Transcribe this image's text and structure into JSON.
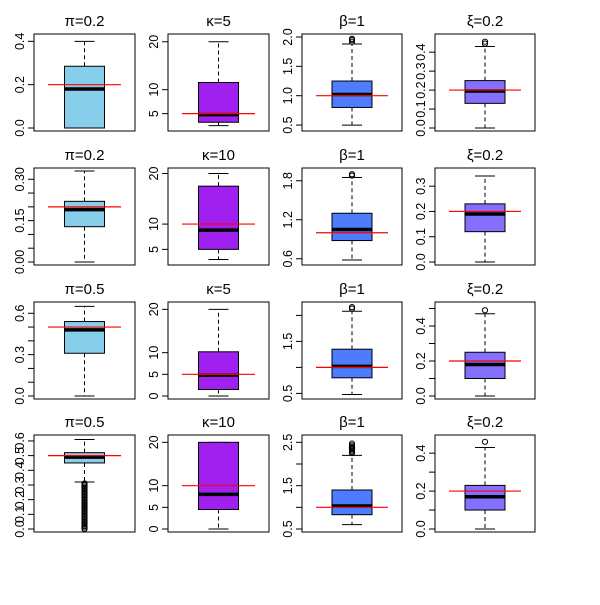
{
  "colors": {
    "pi_box": "#87CEEB",
    "kappa_box": "#A020F0",
    "beta_box": "#4D7CFF",
    "xi_box": "#8470FF",
    "true_line": "#FF0000"
  },
  "chart_data": [
    {
      "type": "boxplot",
      "title": "π=0.2",
      "ylim": [
        0,
        0.42
      ],
      "ticks": [
        "0.0",
        "0.2",
        "0.4"
      ],
      "tick_values": [
        0,
        0.2,
        0.4
      ],
      "color_key": "pi_box",
      "true_value": 0.2,
      "box": {
        "whisker_low": 0.0,
        "q1": 0.0,
        "median": 0.18,
        "q3": 0.285,
        "whisker_high": 0.4
      },
      "outliers": []
    },
    {
      "type": "boxplot",
      "title": "κ=5",
      "ylim": [
        2,
        21
      ],
      "ticks": [
        "5",
        "10",
        "20"
      ],
      "tick_values": [
        5,
        10,
        20
      ],
      "color_key": "kappa_box",
      "true_value": 5.0,
      "box": {
        "whisker_low": 2.5,
        "q1": 3.2,
        "median": 4.8,
        "q3": 11.5,
        "whisker_high": 20
      },
      "outliers": []
    },
    {
      "type": "boxplot",
      "title": "β=1",
      "ylim": [
        0.45,
        2.0
      ],
      "ticks": [
        "0.5",
        "1.0",
        "1.5",
        "2.0"
      ],
      "tick_values": [
        0.5,
        1.0,
        1.5,
        2.0
      ],
      "color_key": "beta_box",
      "true_value": 1.0,
      "box": {
        "whisker_low": 0.5,
        "q1": 0.8,
        "median": 1.02,
        "q3": 1.25,
        "whisker_high": 1.88
      },
      "outliers": [
        1.92,
        1.95,
        1.97
      ]
    },
    {
      "type": "boxplot",
      "title": "ξ=0.2",
      "ylim": [
        0,
        0.48
      ],
      "ticks": [
        "0.0",
        "0.1",
        "0.2",
        "0.3",
        "0.4"
      ],
      "tick_values": [
        0,
        0.1,
        0.2,
        0.3,
        0.4
      ],
      "color_key": "xi_box",
      "true_value": 0.2,
      "box": {
        "whisker_low": 0.0,
        "q1": 0.13,
        "median": 0.195,
        "q3": 0.25,
        "whisker_high": 0.43
      },
      "outliers": [
        0.445,
        0.455
      ]
    },
    {
      "type": "boxplot",
      "title": "π=0.2",
      "ylim": [
        0,
        0.33
      ],
      "ticks": [
        "0.00",
        "0.05",
        "0.10",
        "0.15",
        "0.20",
        "0.25",
        "0.30"
      ],
      "tick_values": [
        0,
        0.05,
        0.1,
        0.15,
        0.2,
        0.25,
        0.3
      ],
      "tick_label_values": [
        0,
        0.15,
        0.3
      ],
      "color_key": "pi_box",
      "true_value": 0.2,
      "box": {
        "whisker_low": 0.0,
        "q1": 0.128,
        "median": 0.19,
        "q3": 0.22,
        "whisker_high": 0.33
      },
      "outliers": []
    },
    {
      "type": "boxplot",
      "title": "κ=10",
      "ylim": [
        2.5,
        20.5
      ],
      "ticks": [
        "5",
        "10",
        "20"
      ],
      "tick_values": [
        5,
        10,
        20
      ],
      "color_key": "kappa_box",
      "true_value": 10.0,
      "box": {
        "whisker_low": 3.0,
        "q1": 5.0,
        "median": 8.8,
        "q3": 17.5,
        "whisker_high": 20
      },
      "outliers": []
    },
    {
      "type": "boxplot",
      "title": "β=1",
      "ylim": [
        0.55,
        1.95
      ],
      "ticks": [
        "0.6",
        "1.2",
        "1.8"
      ],
      "tick_values": [
        0.6,
        1.2,
        1.8
      ],
      "color_key": "beta_box",
      "true_value": 1.0,
      "box": {
        "whisker_low": 0.58,
        "q1": 0.88,
        "median": 1.05,
        "q3": 1.3,
        "whisker_high": 1.85
      },
      "outliers": [
        1.88,
        1.9
      ]
    },
    {
      "type": "boxplot",
      "title": "ξ=0.2",
      "ylim": [
        0,
        0.36
      ],
      "ticks": [
        "0.0",
        "0.1",
        "0.2",
        "0.3"
      ],
      "tick_values": [
        0,
        0.1,
        0.2,
        0.3
      ],
      "color_key": "xi_box",
      "true_value": 0.2,
      "box": {
        "whisker_low": 0.0,
        "q1": 0.12,
        "median": 0.19,
        "q3": 0.23,
        "whisker_high": 0.34
      },
      "outliers": []
    },
    {
      "type": "boxplot",
      "title": "π=0.5",
      "ylim": [
        0,
        0.66
      ],
      "ticks": [
        "0.0",
        "0.1",
        "0.2",
        "0.3",
        "0.4",
        "0.5",
        "0.6"
      ],
      "tick_values": [
        0,
        0.1,
        0.2,
        0.3,
        0.4,
        0.5,
        0.6
      ],
      "tick_label_values": [
        0,
        0.3,
        0.6
      ],
      "color_key": "pi_box",
      "true_value": 0.5,
      "box": {
        "whisker_low": 0.0,
        "q1": 0.31,
        "median": 0.48,
        "q3": 0.54,
        "whisker_high": 0.65
      },
      "outliers": []
    },
    {
      "type": "boxplot",
      "title": "κ=5",
      "ylim": [
        0,
        21
      ],
      "ticks": [
        "0",
        "5",
        "10",
        "20"
      ],
      "tick_values": [
        0,
        5,
        10,
        20
      ],
      "color_key": "kappa_box",
      "true_value": 5.0,
      "box": {
        "whisker_low": 0.0,
        "q1": 1.5,
        "median": 4.8,
        "q3": 10.2,
        "whisker_high": 20
      },
      "outliers": []
    },
    {
      "type": "boxplot",
      "title": "β=1",
      "ylim": [
        0.45,
        2.2
      ],
      "ticks": [
        "0.5",
        "1.0",
        "1.5",
        "2.0"
      ],
      "tick_values": [
        0.5,
        1.0,
        1.5,
        2.0
      ],
      "tick_label_values": [
        0.5,
        1.5
      ],
      "color_key": "beta_box",
      "true_value": 1.0,
      "box": {
        "whisker_low": 0.48,
        "q1": 0.8,
        "median": 1.02,
        "q3": 1.35,
        "whisker_high": 2.08
      },
      "outliers": [
        2.13,
        2.16
      ]
    },
    {
      "type": "boxplot",
      "title": "ξ=0.2",
      "ylim": [
        0,
        0.52
      ],
      "ticks": [
        "0.0",
        "0.1",
        "0.2",
        "0.3",
        "0.4",
        "0.5"
      ],
      "tick_values": [
        0,
        0.1,
        0.2,
        0.3,
        0.4,
        0.5
      ],
      "tick_label_values": [
        0,
        0.2,
        0.4
      ],
      "color_key": "xi_box",
      "true_value": 0.2,
      "box": {
        "whisker_low": 0.0,
        "q1": 0.1,
        "median": 0.18,
        "q3": 0.25,
        "whisker_high": 0.47
      },
      "outliers": [
        0.49
      ]
    },
    {
      "type": "boxplot",
      "title": "π=0.5",
      "ylim": [
        0,
        0.62
      ],
      "ticks": [
        "0.0",
        "0.1",
        "0.2",
        "0.3",
        "0.4",
        "0.5",
        "0.6"
      ],
      "tick_values": [
        0,
        0.1,
        0.2,
        0.3,
        0.4,
        0.5,
        0.6
      ],
      "color_key": "pi_box",
      "true_value": 0.5,
      "box": {
        "whisker_low": 0.32,
        "q1": 0.45,
        "median": 0.49,
        "q3": 0.52,
        "whisker_high": 0.61
      },
      "outliers": [
        0.0,
        0.01,
        0.02,
        0.03,
        0.04,
        0.05,
        0.06,
        0.07,
        0.08,
        0.09,
        0.1,
        0.11,
        0.12,
        0.13,
        0.14,
        0.15,
        0.16,
        0.17,
        0.18,
        0.19,
        0.2,
        0.21,
        0.22,
        0.23,
        0.24,
        0.25,
        0.26,
        0.27,
        0.28,
        0.29,
        0.3,
        0.31
      ]
    },
    {
      "type": "boxplot",
      "title": "κ=10",
      "ylim": [
        0,
        21
      ],
      "ticks": [
        "0",
        "5",
        "10",
        "20"
      ],
      "tick_values": [
        0,
        5,
        10,
        20
      ],
      "color_key": "kappa_box",
      "true_value": 10.0,
      "box": {
        "whisker_low": 0.0,
        "q1": 4.5,
        "median": 8.0,
        "q3": 20,
        "whisker_high": 20
      },
      "outliers": []
    },
    {
      "type": "boxplot",
      "title": "β=1",
      "ylim": [
        0.5,
        2.6
      ],
      "ticks": [
        "0.5",
        "1.0",
        "1.5",
        "2.0",
        "2.5"
      ],
      "tick_values": [
        0.5,
        1.0,
        1.5,
        2.0,
        2.5
      ],
      "tick_label_values": [
        0.5,
        1.5,
        2.5
      ],
      "color_key": "beta_box",
      "true_value": 1.0,
      "box": {
        "whisker_low": 0.6,
        "q1": 0.83,
        "median": 1.03,
        "q3": 1.4,
        "whisker_high": 2.2
      },
      "outliers": [
        2.25,
        2.28,
        2.31,
        2.34,
        2.37,
        2.4,
        2.43,
        2.47
      ]
    },
    {
      "type": "boxplot",
      "title": "ξ=0.2",
      "ylim": [
        0,
        0.48
      ],
      "ticks": [
        "0.0",
        "0.1",
        "0.2",
        "0.3",
        "0.4"
      ],
      "tick_values": [
        0,
        0.1,
        0.2,
        0.3,
        0.4
      ],
      "tick_label_values": [
        0,
        0.2,
        0.4
      ],
      "color_key": "xi_box",
      "true_value": 0.2,
      "box": {
        "whisker_low": 0.0,
        "q1": 0.1,
        "median": 0.17,
        "q3": 0.23,
        "whisker_high": 0.43
      },
      "outliers": [
        0.46
      ]
    }
  ]
}
